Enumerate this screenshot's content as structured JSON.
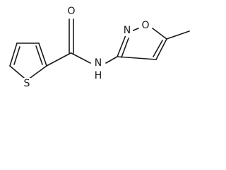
{
  "molecule": {
    "atoms": {
      "carbonyl_oxygen": "O",
      "amide_nitrogen": "N",
      "amide_hydrogen": "H",
      "thiophene_sulfur": "S",
      "isoxazole_oxygen": "O",
      "isoxazole_nitrogen": "N"
    }
  }
}
